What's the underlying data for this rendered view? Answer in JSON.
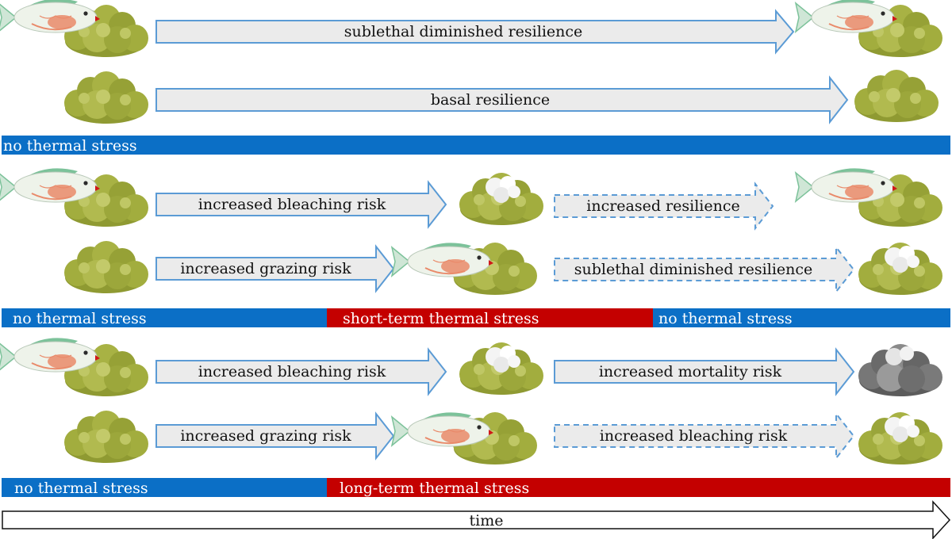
{
  "colors": {
    "no_stress_bar": "#0b6fc6",
    "stress_bar": "#c40000",
    "arrow_fill": "#ebebeb",
    "arrow_stroke": "#5b9bd5",
    "coral_healthy": "#9aa53a",
    "coral_bleached": "#f2f2f2",
    "coral_dead": "#6e6e6e",
    "fish_body": "#eef3ea",
    "fish_fin": "#7cc29a",
    "fish_belly": "#e98a6a"
  },
  "scenario_1": {
    "arrow_top": "sublethal diminished resilience",
    "arrow_bottom": "basal resilience",
    "bar": "no thermal stress"
  },
  "scenario_2": {
    "arrow_top_1": "increased bleaching risk",
    "arrow_top_2": "increased resilience",
    "arrow_bottom_1": "increased grazing risk",
    "arrow_bottom_2": "sublethal diminished resilience",
    "bar_1": "no thermal stress",
    "bar_2": "short-term thermal stress",
    "bar_3": "no thermal stress"
  },
  "scenario_3": {
    "arrow_top_1": "increased bleaching risk",
    "arrow_top_2": "increased mortality risk",
    "arrow_bottom_1": "increased grazing risk",
    "arrow_bottom_2": "increased bleaching risk",
    "bar_1": "no thermal stress",
    "bar_2": "long-term thermal stress"
  },
  "time_label": "time"
}
